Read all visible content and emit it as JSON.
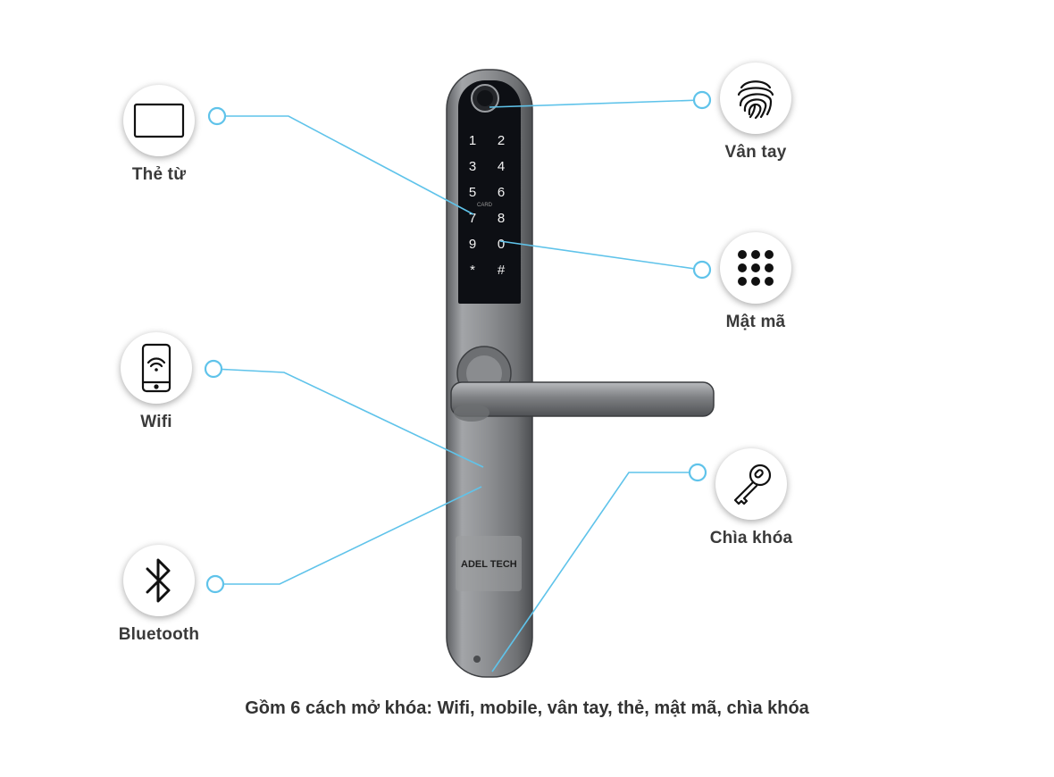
{
  "features": {
    "card": {
      "label": "Thẻ từ",
      "icon": "card-icon"
    },
    "fingerprint": {
      "label": "Vân tay",
      "icon": "fingerprint-icon"
    },
    "password": {
      "label": "Mật mã",
      "icon": "keypad-icon"
    },
    "wifi": {
      "label": "Wifi",
      "icon": "smartphone-wifi-icon"
    },
    "bluetooth": {
      "label": "Bluetooth",
      "icon": "bluetooth-icon"
    },
    "key": {
      "label": "Chìa khóa",
      "icon": "key-icon"
    }
  },
  "lock": {
    "brand": "ADEL TECH",
    "card_mark": "CARD",
    "keypad": [
      "1",
      "2",
      "3",
      "4",
      "5",
      "6",
      "7",
      "8",
      "9",
      "0",
      "*",
      "#"
    ]
  },
  "caption": "Gồm 6 cách mở khóa: Wifi, mobile, vân tay, thẻ, mật mã, chìa khóa",
  "colors": {
    "connector": "#5fc3ea",
    "panel": "#0d0f14",
    "steel": "#8a8c8f"
  }
}
